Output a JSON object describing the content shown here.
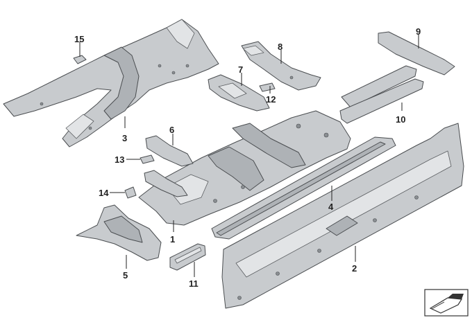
{
  "callouts": [
    {
      "id": "1",
      "label": "1"
    },
    {
      "id": "2",
      "label": "2"
    },
    {
      "id": "3",
      "label": "3"
    },
    {
      "id": "4",
      "label": "4"
    },
    {
      "id": "5",
      "label": "5"
    },
    {
      "id": "6",
      "label": "6"
    },
    {
      "id": "7",
      "label": "7"
    },
    {
      "id": "8",
      "label": "8"
    },
    {
      "id": "9",
      "label": "9"
    },
    {
      "id": "10",
      "label": "10"
    },
    {
      "id": "11",
      "label": "11"
    },
    {
      "id": "12",
      "label": "12"
    },
    {
      "id": "13",
      "label": "13"
    },
    {
      "id": "14",
      "label": "14"
    },
    {
      "id": "15",
      "label": "15"
    }
  ],
  "colors": {
    "part": "#c8cbce",
    "outline": "#4a4d50",
    "text": "#222222"
  },
  "nav_icon": "vehicle-orientation-icon"
}
